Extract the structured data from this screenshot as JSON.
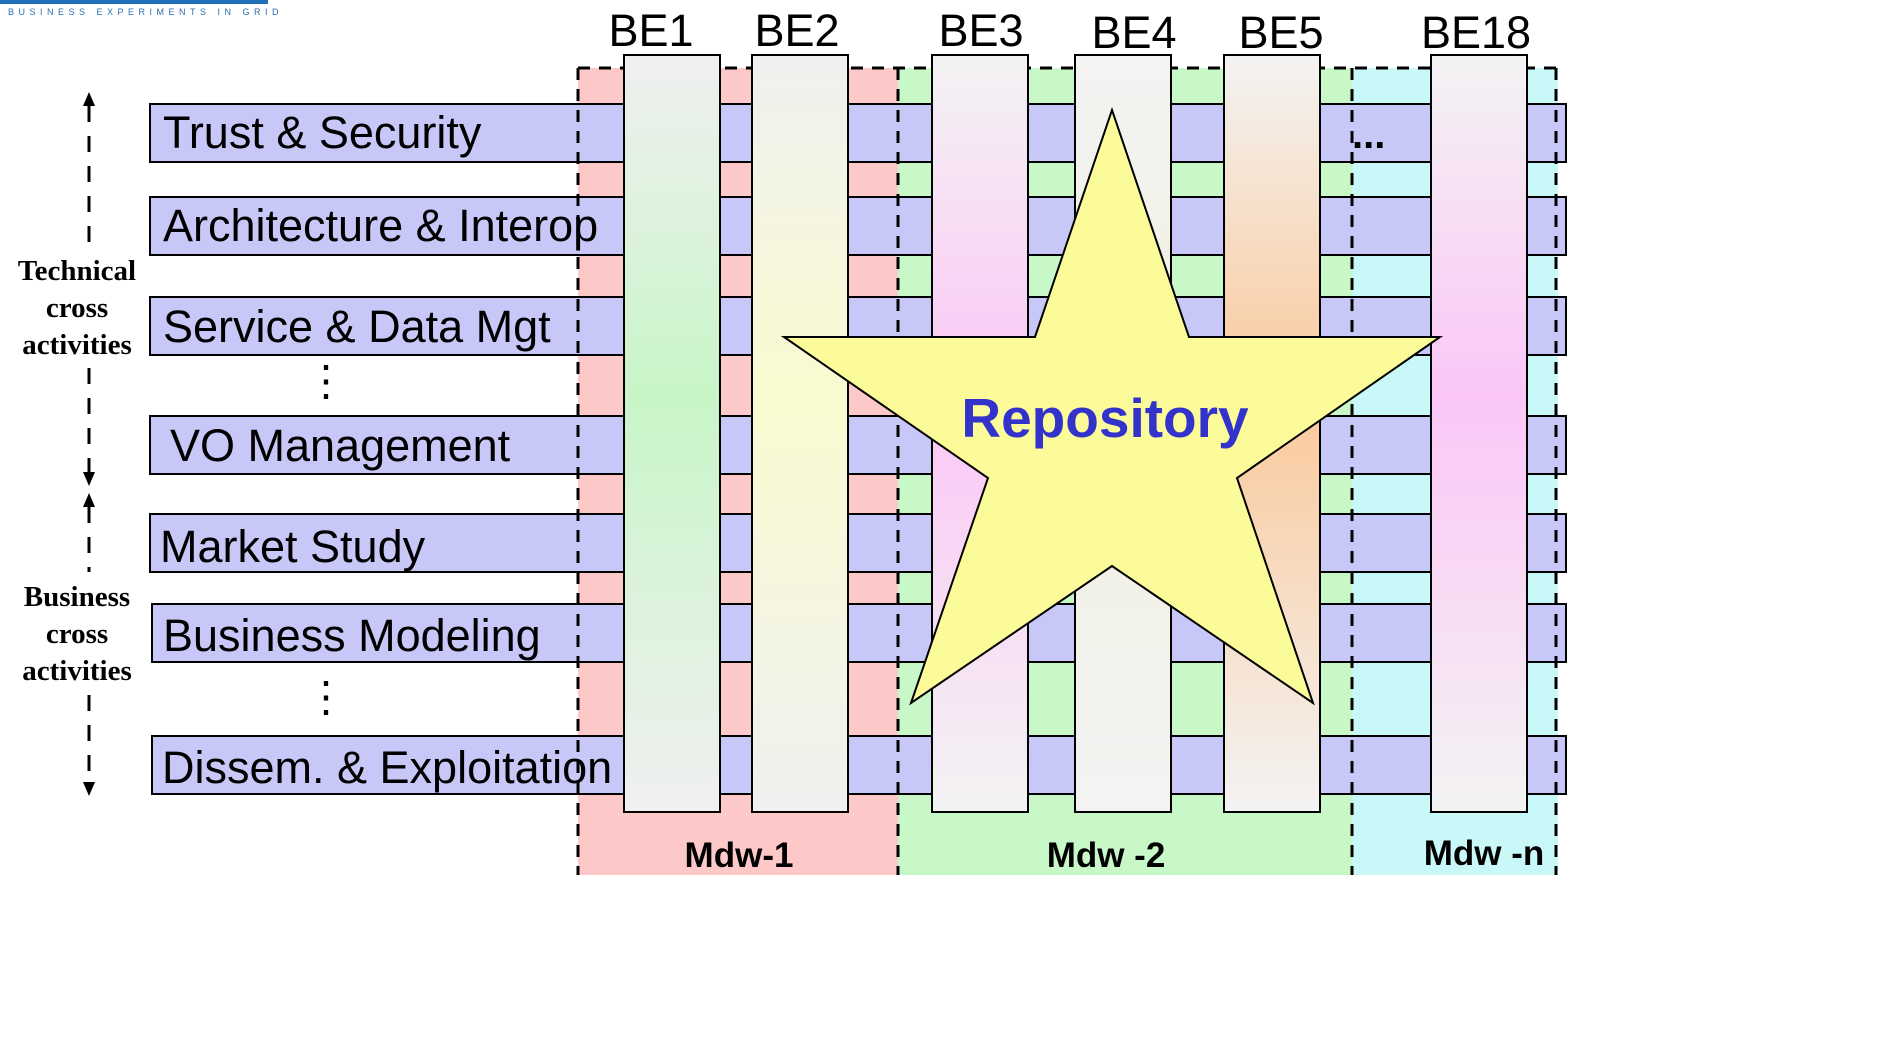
{
  "logo": {
    "subtitle": "BUSINESS EXPERIMENTS IN GRID"
  },
  "columns": [
    {
      "label": "BE1",
      "gradient": [
        "#f0f0f0",
        "#c8f5c8"
      ]
    },
    {
      "label": "BE2",
      "gradient": [
        "#f0f0f0",
        "#fafad0"
      ]
    },
    {
      "label": "BE3",
      "gradient": [
        "#f3f3f3",
        "#fbc6f6"
      ]
    },
    {
      "label": "BE4",
      "gradient": [
        "#f3f3f3",
        "#f0f0e0"
      ]
    },
    {
      "label": "BE5",
      "gradient": [
        "#f3f3f3",
        "#fbc89a"
      ]
    },
    {
      "label": "BE18",
      "gradient": [
        "#f3f3f3",
        "#fbc6f6"
      ]
    }
  ],
  "rows": [
    {
      "label": "Trust & Security"
    },
    {
      "label": "Architecture & Interop"
    },
    {
      "label": "Service & Data Mgt"
    },
    {
      "label": "VO Management"
    },
    {
      "label": "Market Study"
    },
    {
      "label": "Business Modeling"
    },
    {
      "label": "Dissem. & Exploitation"
    }
  ],
  "groups": {
    "technical": "Technical cross activities",
    "business": "Business cross activities"
  },
  "middleware": [
    {
      "label": "Mdw-1",
      "color": "#fcc8c8"
    },
    {
      "label": "Mdw -2",
      "color": "#c8f8c8"
    },
    {
      "label": "Mdw -n",
      "color": "#c8f8f8"
    }
  ],
  "more_columns": "...",
  "vertical_ellipsis": "⋮",
  "repository": {
    "label": "Repository",
    "star_color": "#fbfb9a",
    "text_color": "#3333cc"
  },
  "colors": {
    "row_bar": "#c8c8f8",
    "stroke": "#000000"
  }
}
